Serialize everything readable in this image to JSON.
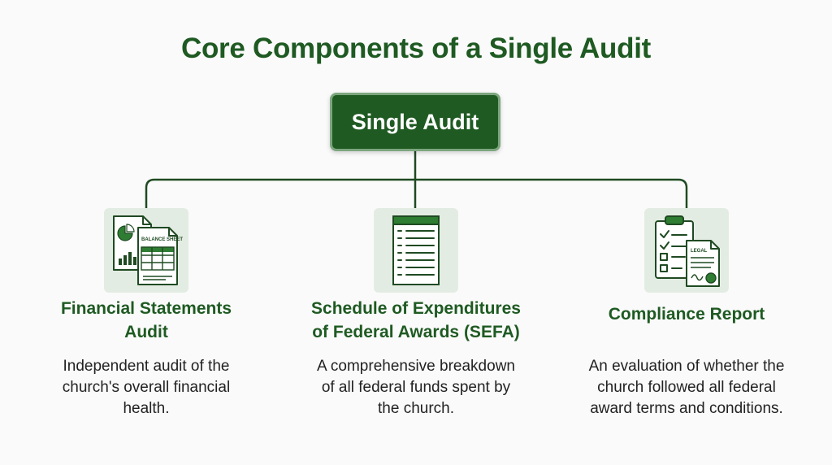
{
  "title": "Core Components of a Single Audit",
  "root": {
    "label": "Single Audit"
  },
  "colors": {
    "primary": "#1f5a22",
    "border": "#7da67e",
    "tile": "#e3ece3",
    "text": "#222222"
  },
  "components": [
    {
      "icon": "financial-statements-icon",
      "icon_text": "BALANCE SHEET",
      "title_line1": "Financial Statements",
      "title_line2": "Audit",
      "desc_line1": "Independent audit of the",
      "desc_line2": "church's overall financial",
      "desc_line3": "health."
    },
    {
      "icon": "schedule-table-icon",
      "title_line1": "Schedule of Expenditures",
      "title_line2": "of Federal Awards (SEFA)",
      "desc_line1": "A comprehensive breakdown",
      "desc_line2": "of all federal funds spent by",
      "desc_line3": "the church."
    },
    {
      "icon": "compliance-clipboard-icon",
      "icon_text": "LEGAL",
      "title_line1": "Compliance Report",
      "desc_line1": "An evaluation of whether the",
      "desc_line2": "church followed all federal",
      "desc_line3": "award terms and conditions."
    }
  ]
}
